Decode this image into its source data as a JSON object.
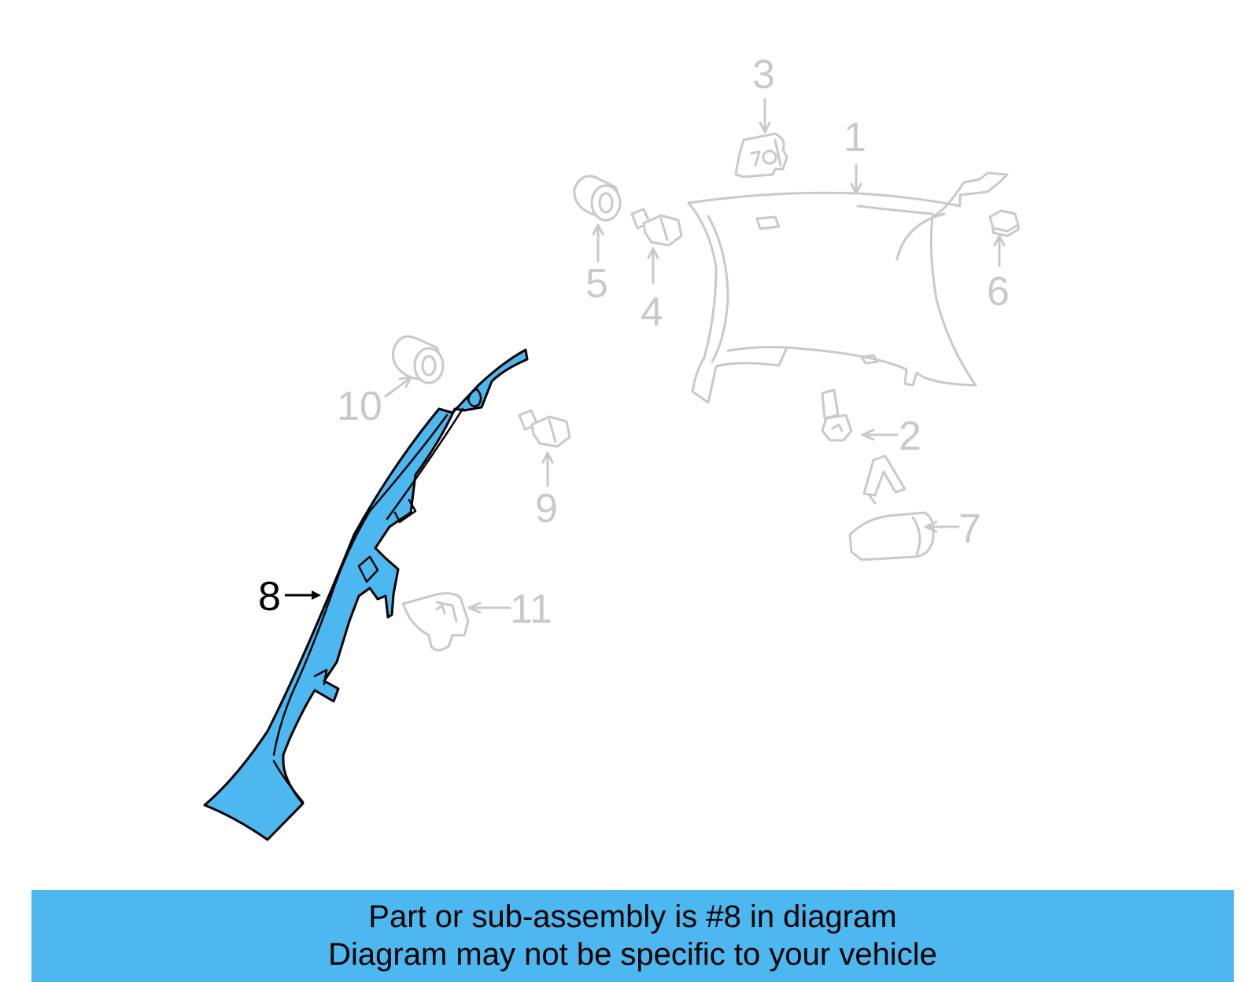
{
  "diagram": {
    "callouts": {
      "c1": "1",
      "c2": "2",
      "c3": "3",
      "c4": "4",
      "c5": "5",
      "c6": "6",
      "c7": "7",
      "c8": "8",
      "c9": "9",
      "c10": "10",
      "c11": "11"
    },
    "highlighted_part": "8",
    "colors": {
      "highlight": "#4db8ef",
      "ghost_lines": "#c9c9c9",
      "outline": "#000000"
    }
  },
  "footer": {
    "line1": "Part or sub-assembly is #8 in diagram",
    "line2": "Diagram may not be specific to your vehicle"
  }
}
